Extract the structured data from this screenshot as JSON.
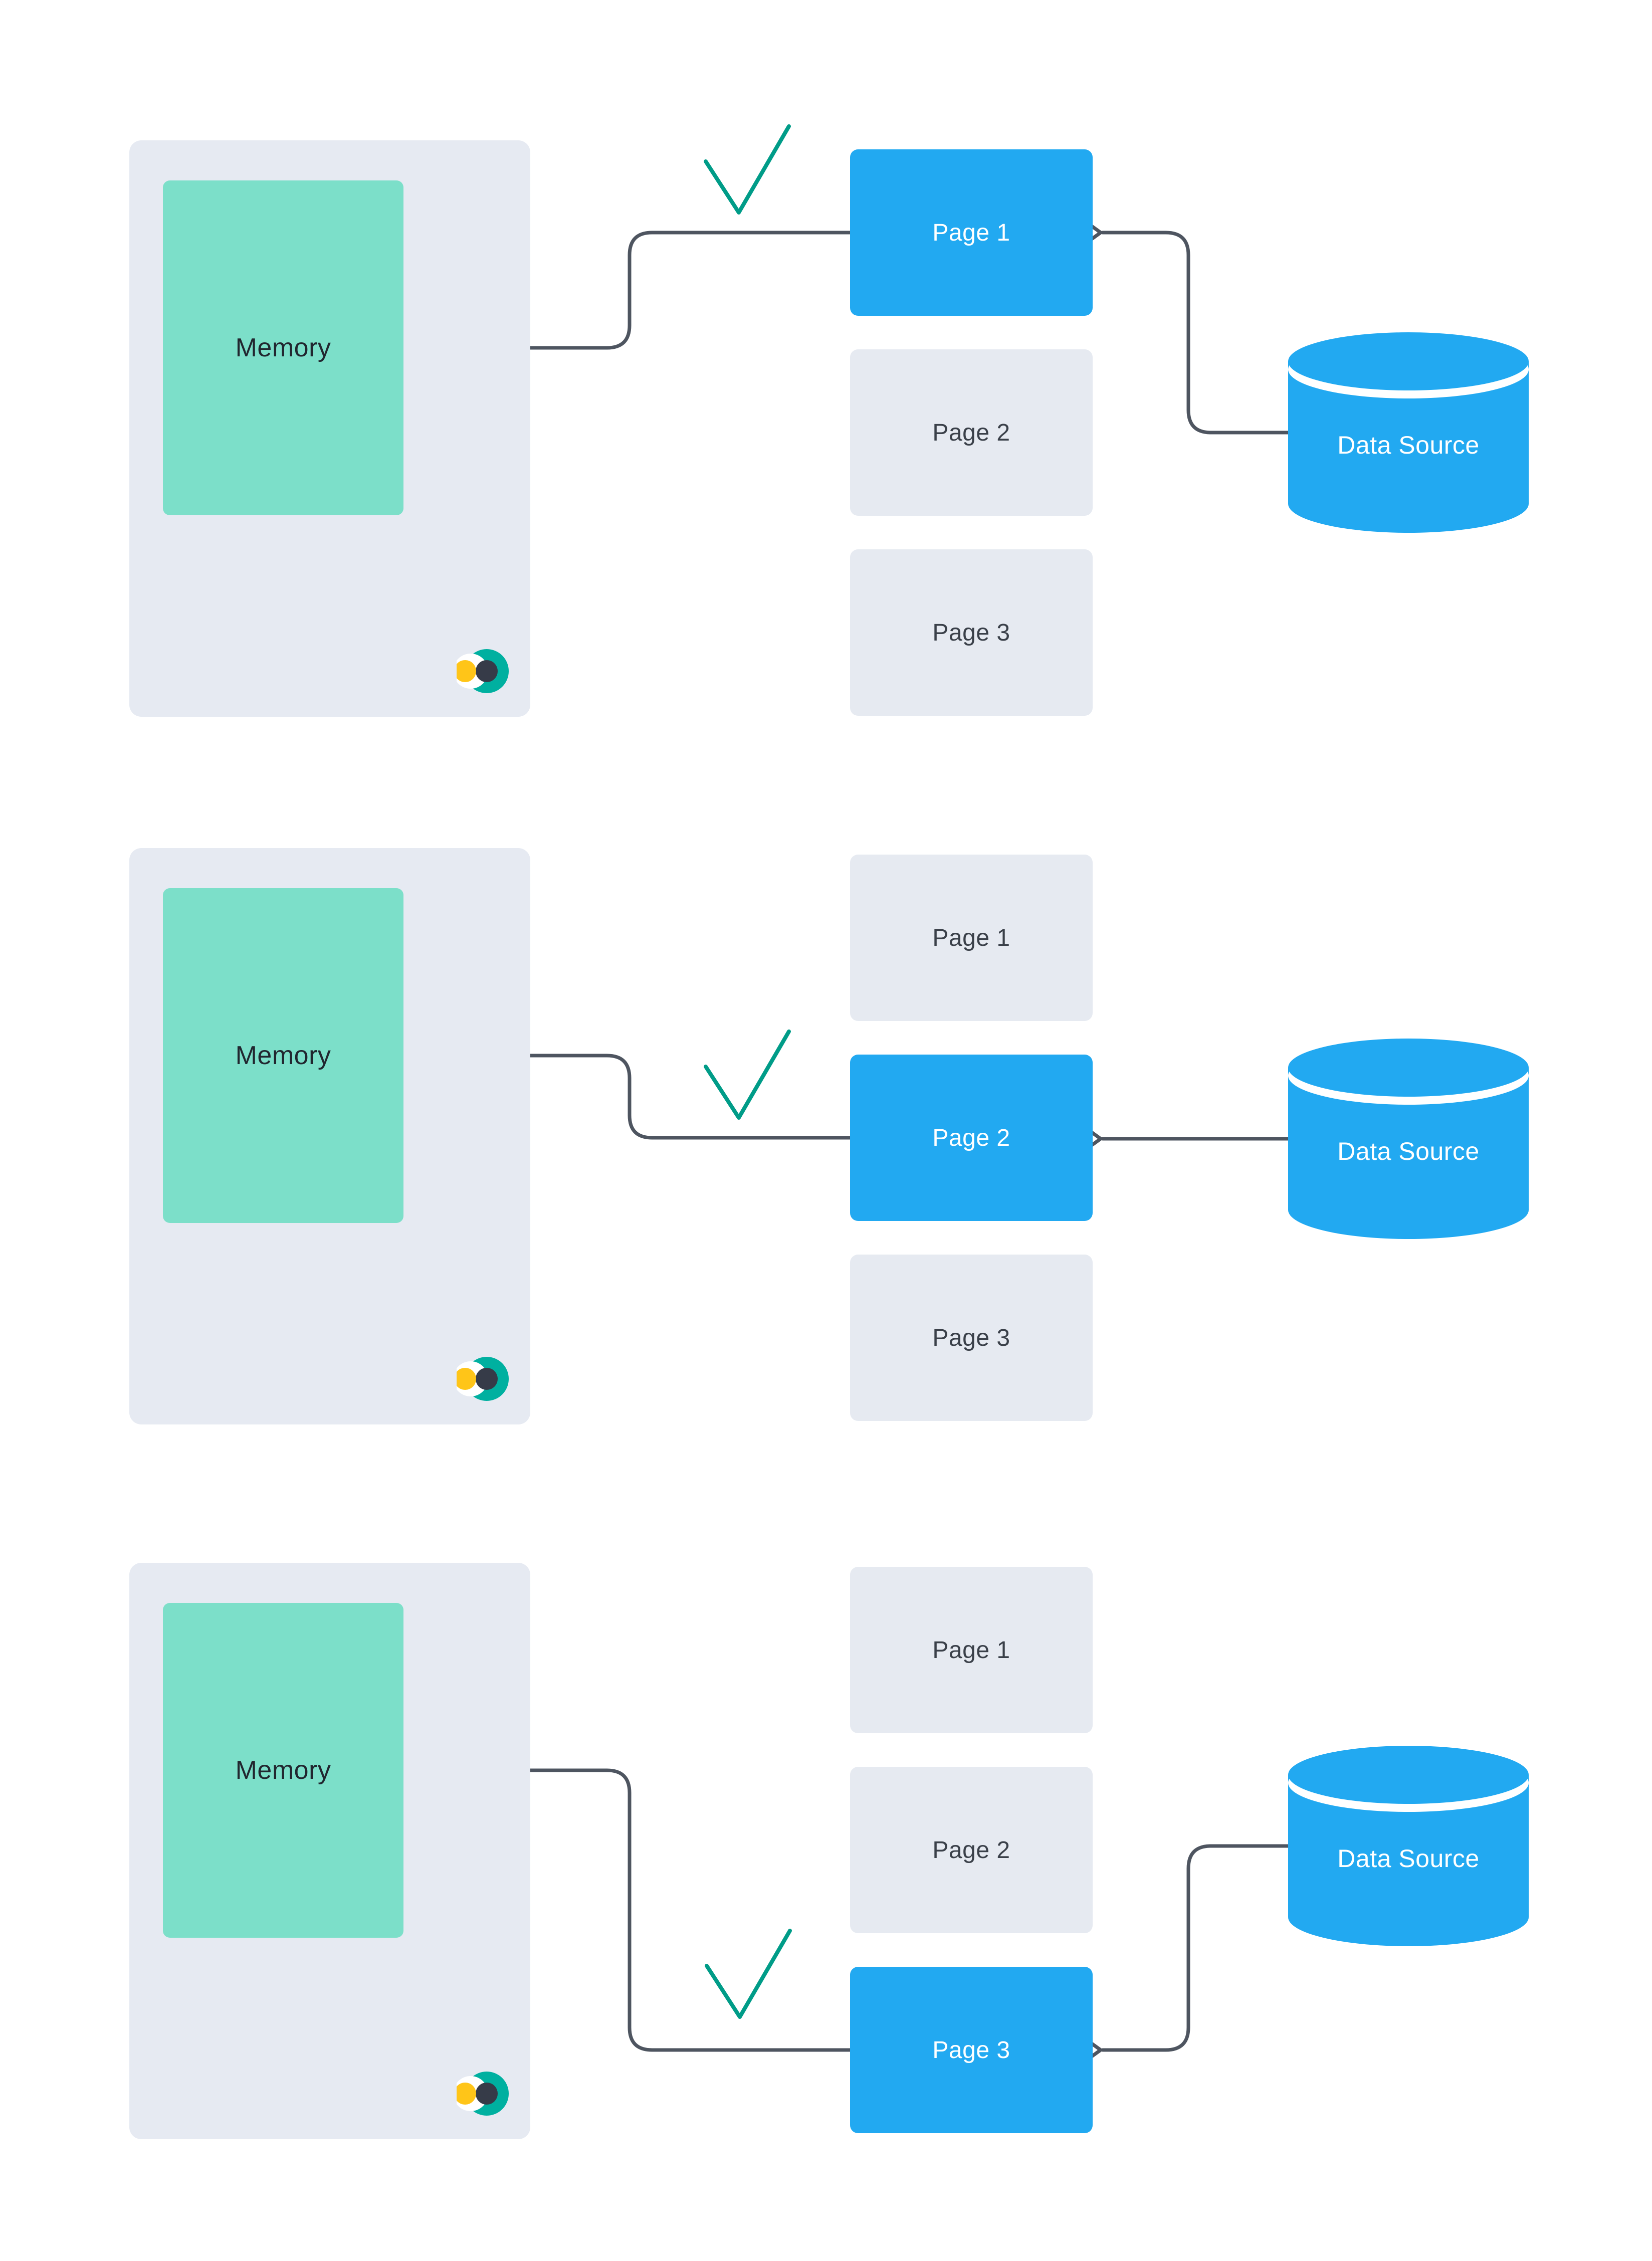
{
  "palette": {
    "background": "#FFFFFF",
    "panel_gray": "#E6EAF2",
    "page_gray": "#E6EAF1",
    "active_blue": "#22A9F1",
    "memory_teal": "#7CDFC9",
    "arrow_gray": "#4E5560",
    "check_green": "#009C88",
    "logo_teal": "#00B0A0",
    "logo_yellow": "#FFC518",
    "logo_dark": "#363B48",
    "label_dark": "#21262F",
    "label_white": "#FFFFFF"
  },
  "icons": {
    "checkmark": "checkmark-icon",
    "logo": "eclipse-logo-icon",
    "arrowhead": "arrow-left-head"
  },
  "rows": [
    {
      "memory_label": "Memory",
      "data_source_label": "Data Source",
      "checked_page": "Page 1",
      "pages": [
        {
          "label": "Page 1",
          "active": true
        },
        {
          "label": "Page 2",
          "active": false
        },
        {
          "label": "Page 3",
          "active": false
        }
      ]
    },
    {
      "memory_label": "Memory",
      "data_source_label": "Data Source",
      "checked_page": "Page 2",
      "pages": [
        {
          "label": "Page 1",
          "active": false
        },
        {
          "label": "Page 2",
          "active": true
        },
        {
          "label": "Page 3",
          "active": false
        }
      ]
    },
    {
      "memory_label": "Memory",
      "data_source_label": "Data Source",
      "checked_page": "Page 3",
      "pages": [
        {
          "label": "Page 1",
          "active": false
        },
        {
          "label": "Page 2",
          "active": false
        },
        {
          "label": "Page 3",
          "active": true
        }
      ]
    }
  ]
}
